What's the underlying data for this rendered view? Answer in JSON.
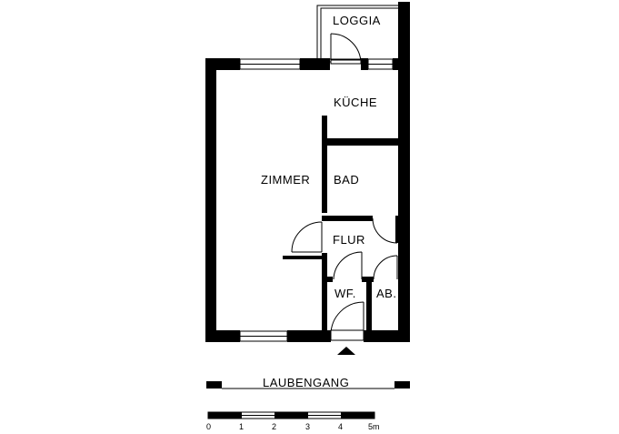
{
  "rooms": {
    "loggia": "LOGGIA",
    "kueche": "KÜCHE",
    "zimmer": "ZIMMER",
    "bad": "BAD",
    "flur": "FLUR",
    "wf": "WF.",
    "ab": "AB."
  },
  "corridor": {
    "label": "LAUBENGANG"
  },
  "scale": {
    "ticks": [
      "0",
      "1",
      "2",
      "3",
      "4",
      "5m"
    ]
  }
}
